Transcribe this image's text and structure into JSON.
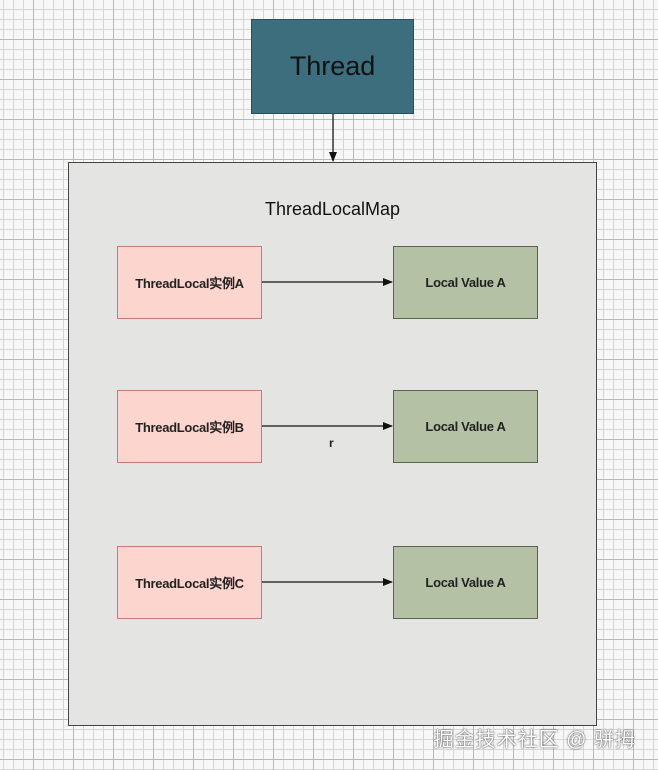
{
  "thread": {
    "label": "Thread"
  },
  "map": {
    "title": "ThreadLocalMap"
  },
  "rows": [
    {
      "key": "ThreadLocal实例A",
      "value": "Local Value A"
    },
    {
      "key": "ThreadLocal实例B",
      "value": "Local Value A",
      "arrow_label": "r"
    },
    {
      "key": "ThreadLocal实例C",
      "value": "Local Value A"
    }
  ],
  "watermark": "掘金技术社区 @ 骈拇",
  "colors": {
    "thread_fill": "#3c6e7d",
    "map_fill": "#e4e4e2",
    "key_fill": "#fdd5cf",
    "value_fill": "#b5c1a4"
  }
}
